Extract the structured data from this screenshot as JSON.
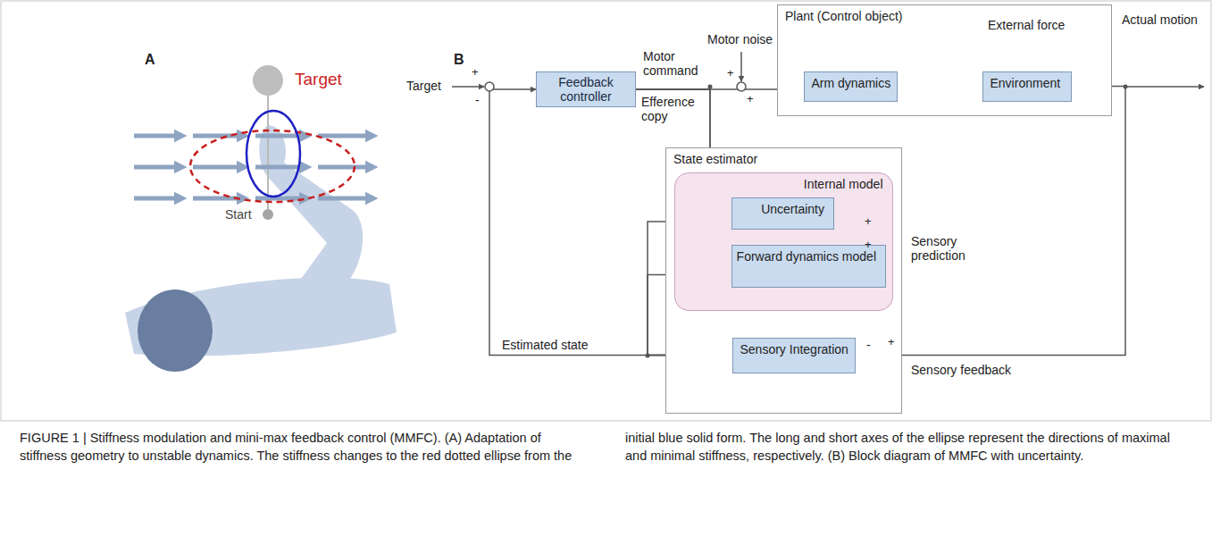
{
  "diagram": {
    "caption": "FIGURE 1 | Stiffness modulation and mini-max feedback control (MMFC). (A) Adaptation of stiffness geometry to unstable dynamics. The stiffness changes to the red dotted ellipse from the initial blue solid form. The long and short axes of the ellipse represent the directions of maximal and minimal stiffness, respectively. (B) Block diagram of MMFC with uncertainty.",
    "nodes": [
      {
        "text": [
          "Feedback controller"
        ]
      },
      {
        "text": [
          "Plant (Control object)"
        ]
      },
      {
        "text": [
          "Arm dynamics"
        ],
        "in": 1
      },
      {
        "text": [
          "Environment"
        ],
        "in": 1
      },
      {
        "text": [
          "State estimator"
        ]
      },
      {
        "text": [
          "Internal model"
        ],
        "in": 4
      },
      {
        "text": [
          "Uncertainty"
        ],
        "in": 5
      },
      {
        "text": [
          "Forward dynamics model"
        ],
        "in": 5
      },
      {
        "text": [
          "Sensory Integration"
        ],
        "in": 4
      }
    ],
    "edges": [
      {
        "from": 0,
        "to": 2,
        "arrow": "to"
      },
      {
        "from": 2,
        "to": 3,
        "arrow": "to"
      },
      {
        "from": 0,
        "to": 6,
        "arrow": "to"
      },
      {
        "from": 0,
        "to": 7,
        "arrow": "to"
      },
      {
        "from": 3,
        "to": 8,
        "arrow": "to"
      },
      {
        "from": 6,
        "to": 8,
        "arrow": "to"
      },
      {
        "from": 7,
        "to": 8,
        "arrow": "to"
      },
      {
        "from": 8,
        "to": 0,
        "arrow": "to"
      },
      {
        "from": 8,
        "to": 6,
        "arrow": "to"
      },
      {
        "from": 8,
        "to": 7,
        "arrow": "to"
      }
    ],
    "labels": [
      "A",
      "Target",
      "Start",
      "B",
      "Motor command",
      "Motor noise",
      "External force",
      "Actual motion",
      "Target",
      "+",
      "-",
      "Efference copy",
      "+",
      "+",
      "+",
      "+",
      "Sensory prediction",
      "Estimated state",
      "-",
      "+",
      "Sensory feedback"
    ]
  }
}
